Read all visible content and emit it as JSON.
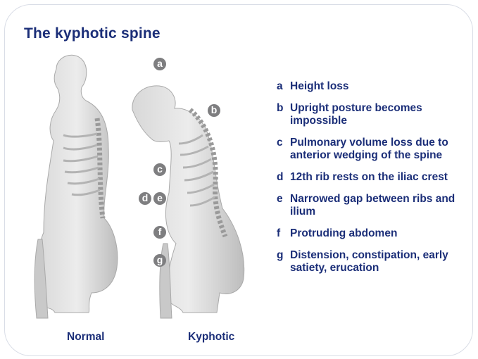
{
  "title": "The kyphotic spine",
  "figures": {
    "normal_label": "Normal",
    "kyphotic_label": "Kyphotic"
  },
  "markers": [
    "a",
    "b",
    "c",
    "d",
    "e",
    "f",
    "g"
  ],
  "legend": [
    {
      "letter": "a",
      "text": "Height loss"
    },
    {
      "letter": "b",
      "text": "Upright posture becomes impossible"
    },
    {
      "letter": "c",
      "text": "Pulmonary volume loss due to anterior wedging of the spine"
    },
    {
      "letter": "d",
      "text": "12th rib rests on the iliac crest"
    },
    {
      "letter": "e",
      "text": "Narrowed gap between ribs and ilium"
    },
    {
      "letter": "f",
      "text": "Protruding abdomen"
    },
    {
      "letter": "g",
      "text": "Distension, constipation, early satiety, erucation"
    }
  ],
  "colors": {
    "title": "#1b2e78",
    "marker": "#7e7e80",
    "border": "#d9dde6"
  }
}
